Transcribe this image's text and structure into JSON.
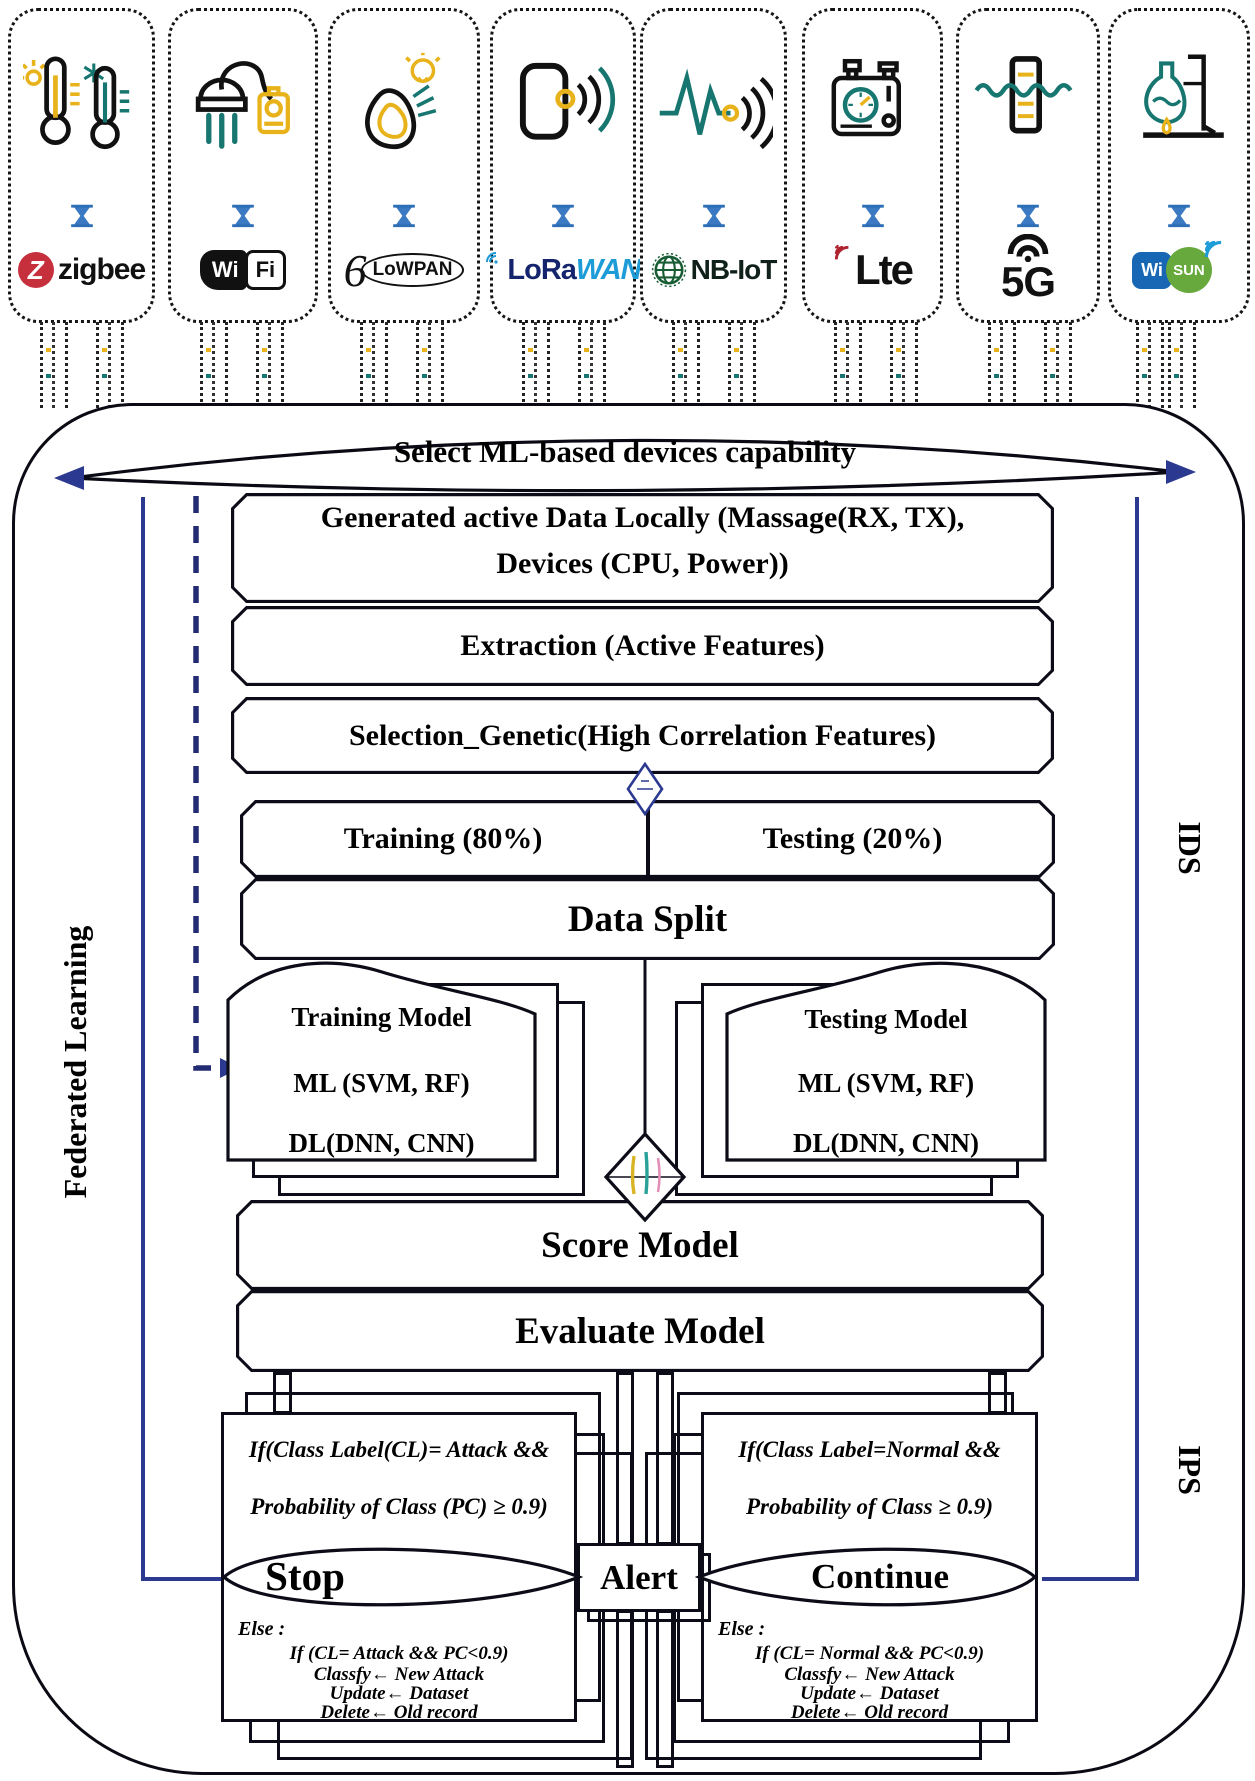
{
  "banner": {
    "label": "Select ML-based devices capability"
  },
  "side": {
    "federated": "Federated Learning",
    "ids": "IDS",
    "ips": "IPS"
  },
  "devices": {
    "cards": [
      {
        "name": "zigbee",
        "badge": "Z",
        "label": "zigbee"
      },
      {
        "name": "wifi",
        "wi": "Wi",
        "fi": "Fi"
      },
      {
        "name": "6lowpan",
        "prefix": "6",
        "label": "LoWPAN"
      },
      {
        "name": "lorawan",
        "lora": "LoRa",
        "wan": "WAN"
      },
      {
        "name": "nb-iot",
        "label": "NB-IoT"
      },
      {
        "name": "lte",
        "label": "Lte"
      },
      {
        "name": "5g",
        "label": "5G"
      },
      {
        "name": "wi-sun",
        "wi": "Wi",
        "sun": "SUN"
      }
    ]
  },
  "flow": {
    "generated_line1": "Generated active Data Locally (Massage(RX, TX),",
    "generated_line2": "Devices (CPU, Power))",
    "extraction": "Extraction (Active Features)",
    "selection": "Selection_Genetic(High Correlation Features)",
    "training_split": "Training (80%)",
    "testing_split": "Testing (20%)",
    "data_split": "Data Split",
    "score": "Score Model",
    "evaluate": "Evaluate Model"
  },
  "models": {
    "training": {
      "title": "Training Model",
      "ml": "ML (SVM, RF)",
      "dl": "DL(DNN, CNN)"
    },
    "testing": {
      "title": "Testing Model",
      "ml": "ML (SVM, RF)",
      "dl": "DL(DNN, CNN)"
    }
  },
  "decisions": {
    "alert": "Alert",
    "left": {
      "condition1": "If(Class Label(CL)= Attack &&",
      "condition2": "Probability of Class (PC) ≥ 0.9)",
      "action": "Stop",
      "else_label": "Else :",
      "else_lines": [
        "If (CL= Attack && PC<0.9)",
        "Classfy← New Attack",
        "Update← Dataset",
        "Delete← Old record"
      ]
    },
    "right": {
      "condition1": "If(Class Label=Normal &&",
      "condition2": "Probability of Class ≥ 0.9)",
      "action": "Continue",
      "else_label": "Else :",
      "else_lines": [
        "If (CL= Normal && PC<0.9)",
        "Classfy← New Attack",
        "Update← Dataset",
        "Delete← Old record"
      ]
    }
  }
}
